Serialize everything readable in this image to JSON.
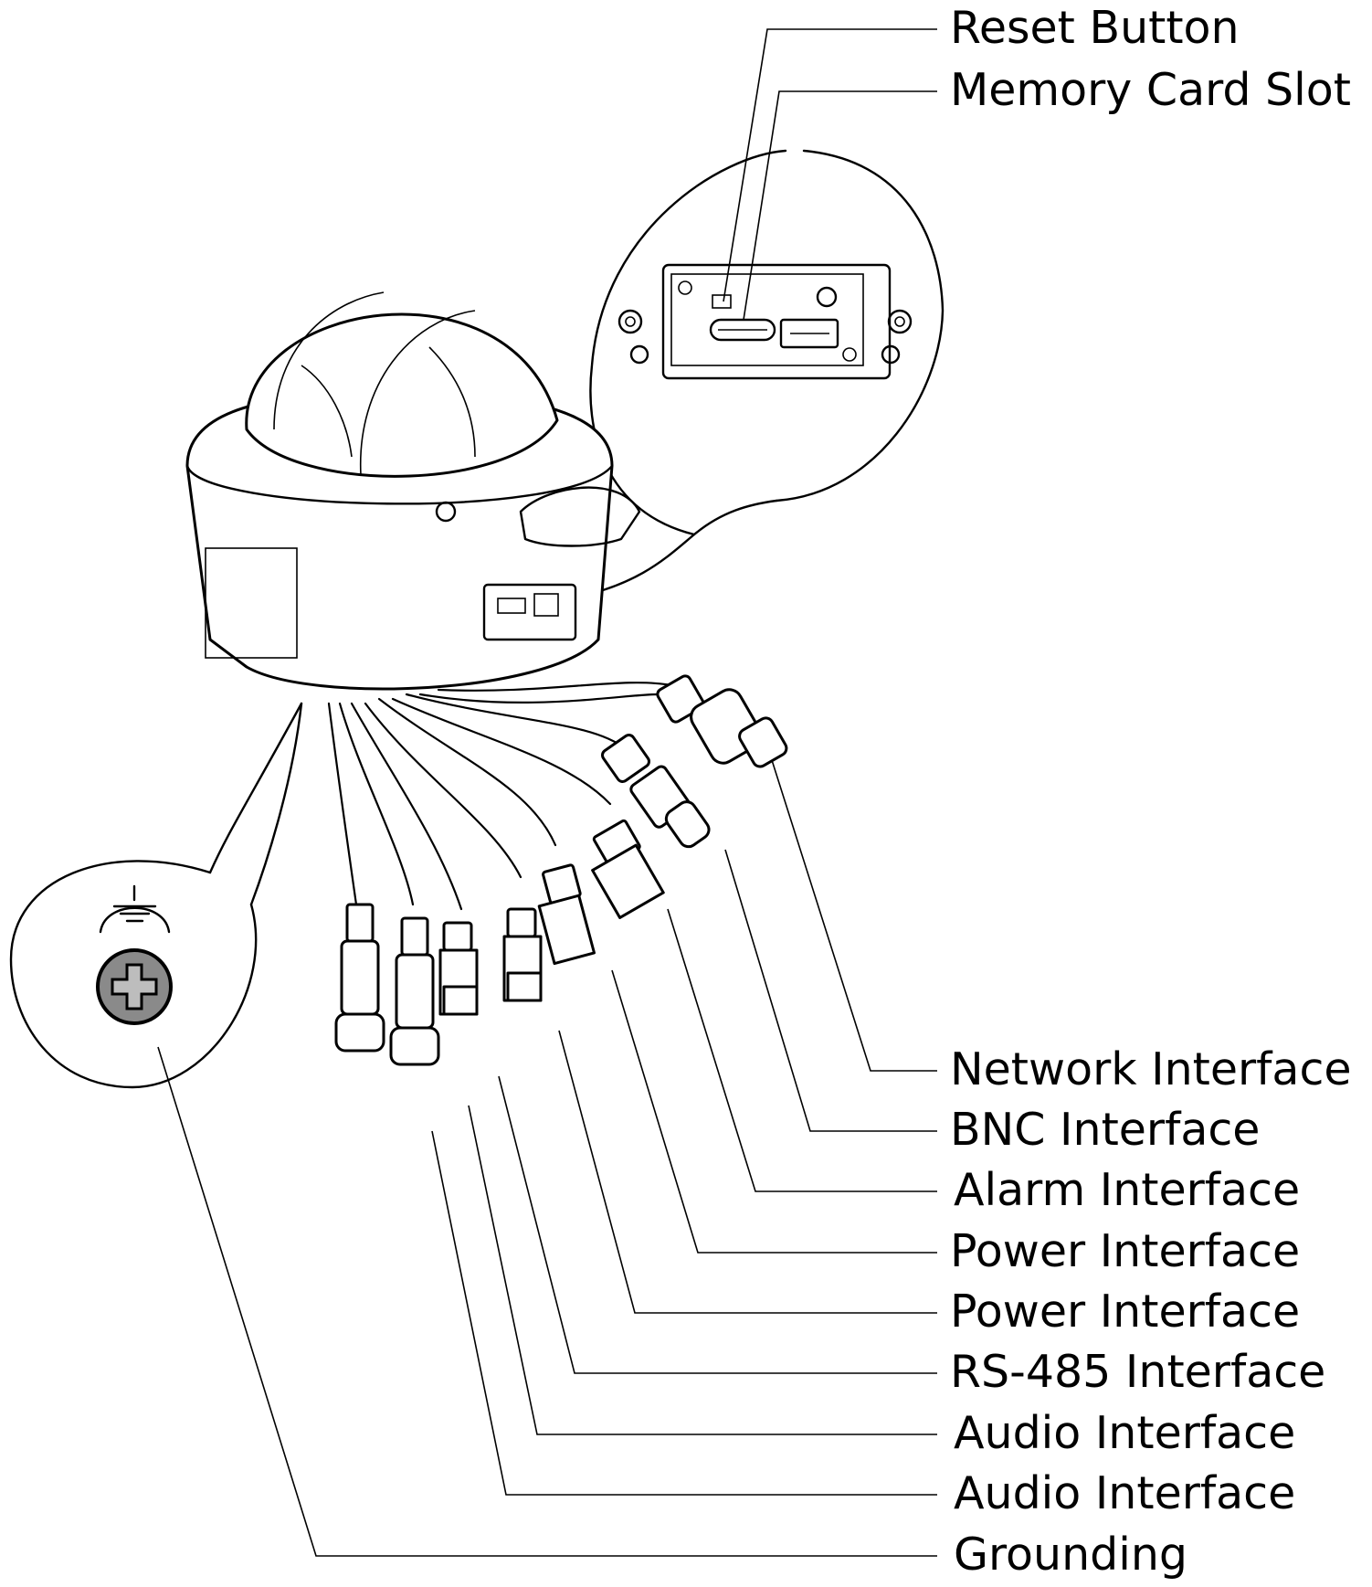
{
  "colors": {
    "line": "#000000",
    "background": "#ffffff",
    "screw_fill": "#8a8a8a"
  },
  "icons": {
    "ground": "ground-symbol-icon",
    "screw": "phillips-screw-icon"
  },
  "labels": {
    "reset_button": "Reset Button",
    "memory_card_slot": "Memory Card Slot",
    "network_interface": "Network Interface",
    "bnc_interface": "BNC Interface",
    "alarm_interface": "Alarm Interface",
    "power_interface_1": "Power Interface",
    "power_interface_2": "Power Interface",
    "rs485_interface": "RS-485 Interface",
    "audio_interface_1": "Audio Interface",
    "audio_interface_2": "Audio Interface",
    "grounding": "Grounding"
  }
}
